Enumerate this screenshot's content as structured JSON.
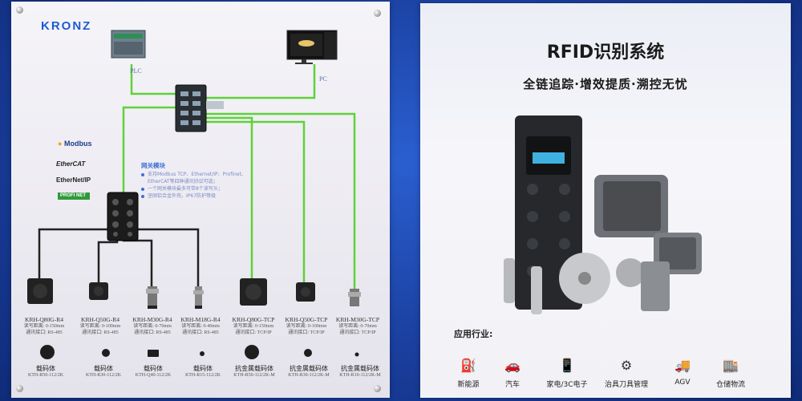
{
  "left_board": {
    "brand": "KRONZ",
    "plc_label": "PLC",
    "pc_label": "PC",
    "protocols": [
      "Modbus",
      "EtherCAT",
      "EtherNet/IP",
      "PROFI NET"
    ],
    "module_note": {
      "title": "网关模块",
      "items": [
        "支持Modbus TCP、Ethernet/IP、Profinet、EtherCAT等四种通讯协议可选；",
        "一个网关模块最多可带8个读写头；",
        "坚固铝合金外壳，IP67防护等级"
      ]
    },
    "sensors": [
      {
        "name": "KRH-Q80G-R4",
        "spec1": "读写距离: 0-150mm",
        "spec2": "通讯接口: RS-485"
      },
      {
        "name": "KRH-Q50G-R4",
        "spec1": "读写距离: 0-100mm",
        "spec2": "通讯接口: RS-485"
      },
      {
        "name": "KRH-M30G-R4",
        "spec1": "读写距离: 0-70mm",
        "spec2": "通讯接口: RS-485"
      },
      {
        "name": "KRH-M18G-R4",
        "spec1": "读写距离: 0-40mm",
        "spec2": "通讯接口: RS-485"
      },
      {
        "name": "KRH-Q80G-TCP",
        "spec1": "读写距离: 0-150mm",
        "spec2": "通讯接口: TCP/IP"
      },
      {
        "name": "KRH-Q50G-TCP",
        "spec1": "读写距离: 0-100mm",
        "spec2": "通讯接口: TCP/IP"
      },
      {
        "name": "KRH-M30G-TCP",
        "spec1": "读写距离: 0-70mm",
        "spec2": "通讯接口: TCP/IP"
      }
    ],
    "tags": [
      {
        "name": "载码体",
        "model": "KTH-R50-112/2K"
      },
      {
        "name": "载码体",
        "model": "KTH-R30-112/2K"
      },
      {
        "name": "载码体",
        "model": "KTH-Q40-112/2K"
      },
      {
        "name": "载码体",
        "model": "KTH-R15-112/2K"
      },
      {
        "name": "抗金属载码体",
        "model": "KTH-R50-112/2K-M"
      },
      {
        "name": "抗金属载码体",
        "model": "KTH-R30-112/2K-M"
      },
      {
        "name": "抗金属载码体",
        "model": "KTH-R10-112/2K-M"
      }
    ],
    "colors": {
      "brand": "#1e5bd6",
      "wire_green": "#5fd13a",
      "wire_black": "#222222"
    }
  },
  "right_board": {
    "title": "RFID识别系统",
    "subtitle": "全链追踪·增效提质·溯控无忧",
    "industry_label": "应用行业:",
    "industries": [
      {
        "icon": "charging-icon",
        "glyph": "⛽",
        "label": "新能源"
      },
      {
        "icon": "car-icon",
        "glyph": "🚗",
        "label": "汽车"
      },
      {
        "icon": "phone-icon",
        "glyph": "📱",
        "label": "家电/3C电子"
      },
      {
        "icon": "gear-icon",
        "glyph": "⚙",
        "label": "治具刀具管理"
      },
      {
        "icon": "agv-icon",
        "glyph": "🚚",
        "label": "AGV"
      },
      {
        "icon": "warehouse-icon",
        "glyph": "🏬",
        "label": "仓储物流"
      }
    ]
  }
}
